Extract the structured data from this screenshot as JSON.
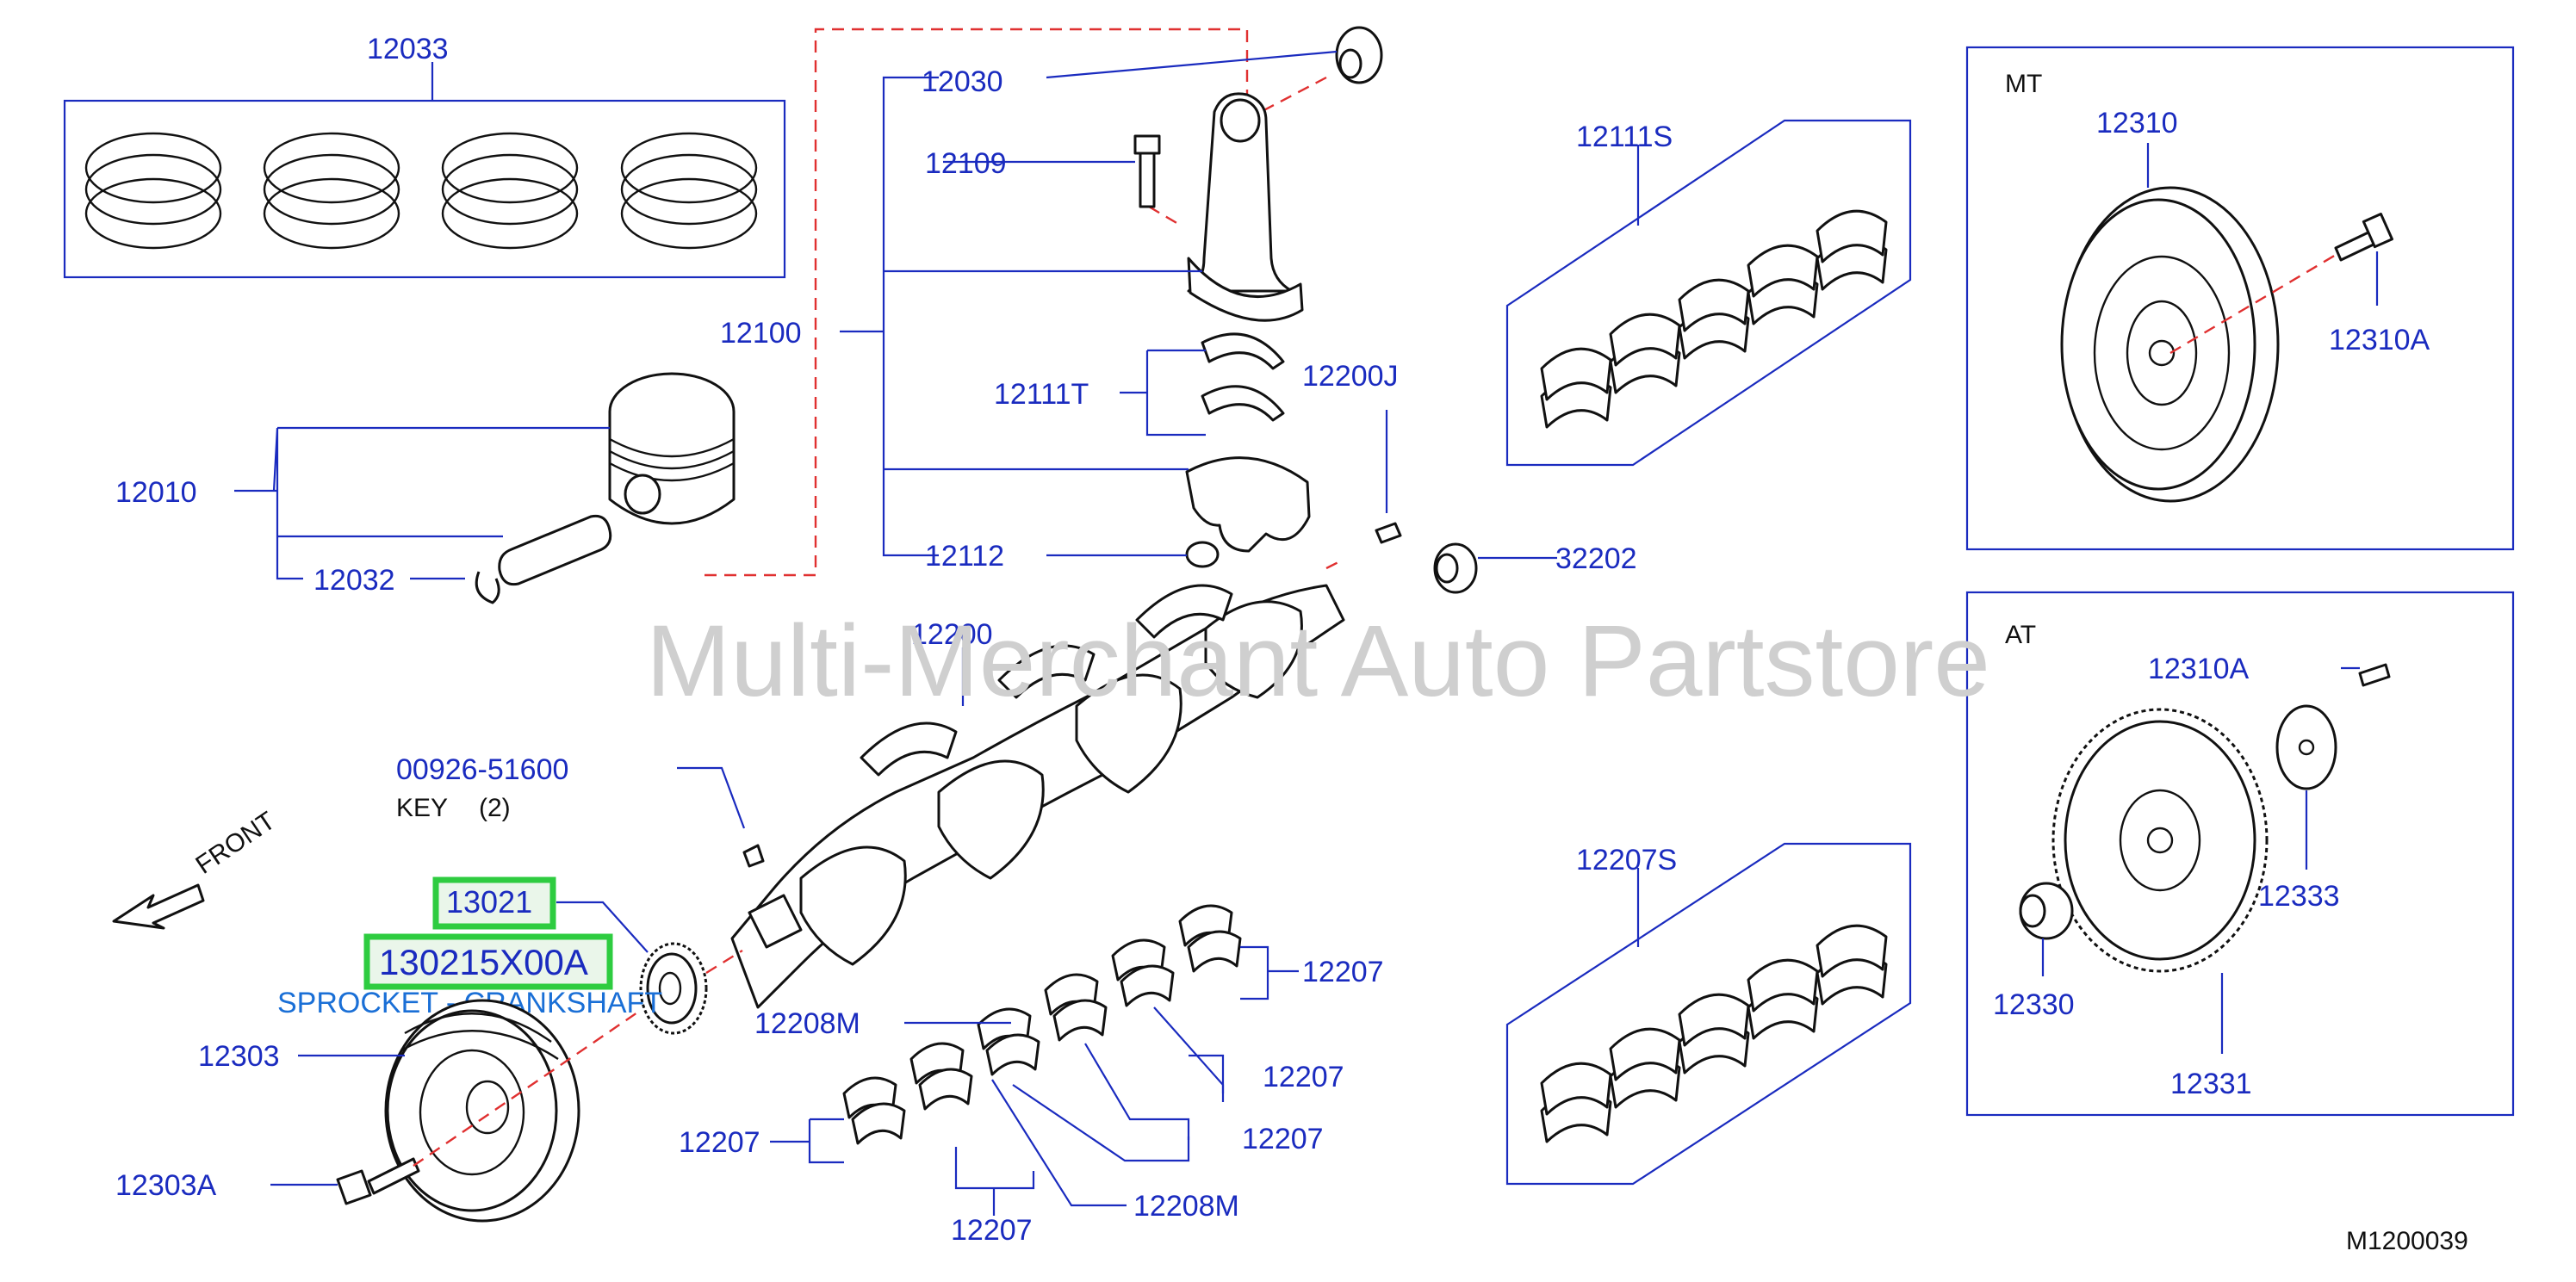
{
  "watermark": "Multi-Merchant Auto Partstore",
  "diagram_code": "M1200039",
  "direction_label": "FRONT",
  "sections": {
    "mt": "MT",
    "at": "AT"
  },
  "labels": {
    "l12033": "12033",
    "l12030": "12030",
    "l12109": "12109",
    "l12100": "12100",
    "l12111T": "12111T",
    "l12010": "12010",
    "l12032": "12032",
    "l12112": "12112",
    "l12200J": "12200J",
    "l32202": "32202",
    "l12111S": "12111S",
    "l12310": "12310",
    "l12310A_mt": "12310A",
    "l12310A_at": "12310A",
    "l12333": "12333",
    "l12330": "12330",
    "l12331": "12331",
    "l12200": "12200",
    "l00926": "00926-51600",
    "key_text": "KEY",
    "key_qty": "(2)",
    "l12207S": "12207S",
    "l12207_a": "12207",
    "l12207_b": "12207",
    "l12207_c": "12207",
    "l12207_d": "12207",
    "l12207_e": "12207",
    "l12208M_a": "12208M",
    "l12208M_b": "12208M",
    "l12303": "12303",
    "l12303A": "12303A"
  },
  "highlight": {
    "part_a": "13021",
    "part_b": "130215X00A",
    "description": "SPROCKET - CRANKSHAFT",
    "color": "#2ecc40"
  },
  "colors": {
    "label": "#1a2bbf",
    "leader_dash": "#e03030",
    "highlight_border": "#2ecc40"
  }
}
